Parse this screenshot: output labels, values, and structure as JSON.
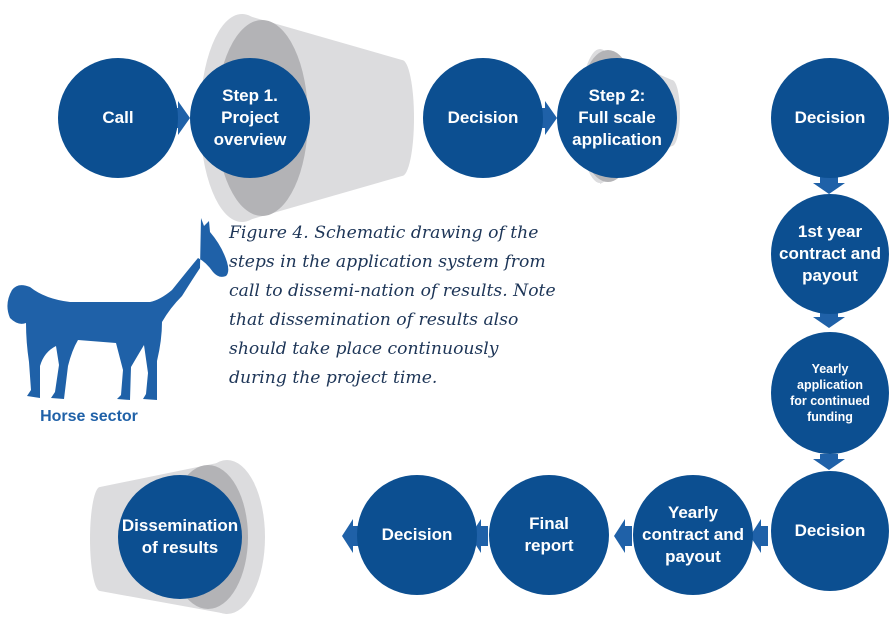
{
  "colors": {
    "node_fill": "#0c4f91",
    "arrow": "#1f61a8",
    "funnel_light": "#dcdcde",
    "funnel_dark": "#b3b3b6",
    "caption_text": "#1d3557"
  },
  "nodes": {
    "call": "Call",
    "step1": "Step 1.\nProject\noverview",
    "decision1": "Decision",
    "step2": "Step 2:\nFull scale\napplication",
    "decision2": "Decision",
    "contract1": "1st year\ncontract and\npayout",
    "yearly_application": "Yearly\napplication\nfor continued\nfunding",
    "decision3": "Decision",
    "yearly_contract": "Yearly\ncontract and\npayout",
    "final_report": "Final\nreport",
    "decision4": "Decision",
    "dissemination": "Dissemination\nof results"
  },
  "caption": "Figure 4. Schematic drawing of the steps in the application system from call to dissemi-nation of results. Note that dissemination of results also should take place continuously during the project time.",
  "horse": {
    "icon": "horse-icon",
    "label": "Horse sector"
  }
}
